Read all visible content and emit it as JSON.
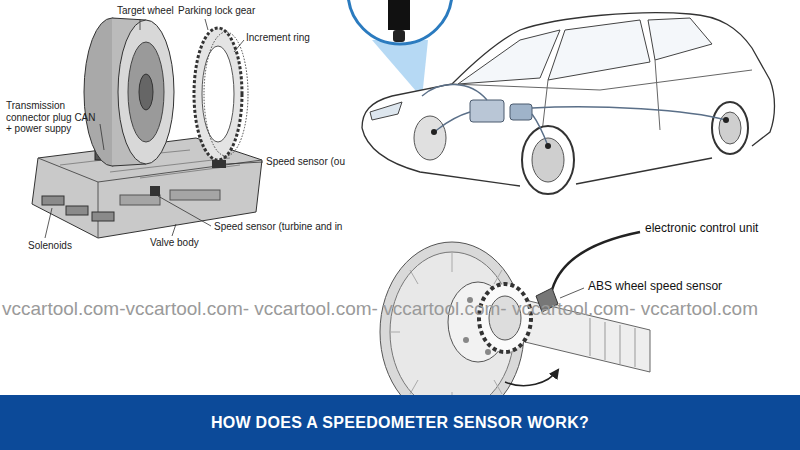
{
  "diagram": {
    "caption": "HOW DOES A SPEEDOMETER SENSOR WORK?",
    "labels": [
      "Target wheel",
      "Parking lock gear",
      "Increment ring",
      "Transmission connector plug CAN + power suppy",
      "Speed sensor (ou",
      "Speed sensor (turbine and in",
      "Valve body",
      "Solenoids",
      "electronic control unit",
      "ABS wheel speed sensor",
      "vccartool.com-vccartool.com- vccartool.com- vccartool.com- vccartool.com- vccartool.com"
    ]
  }
}
